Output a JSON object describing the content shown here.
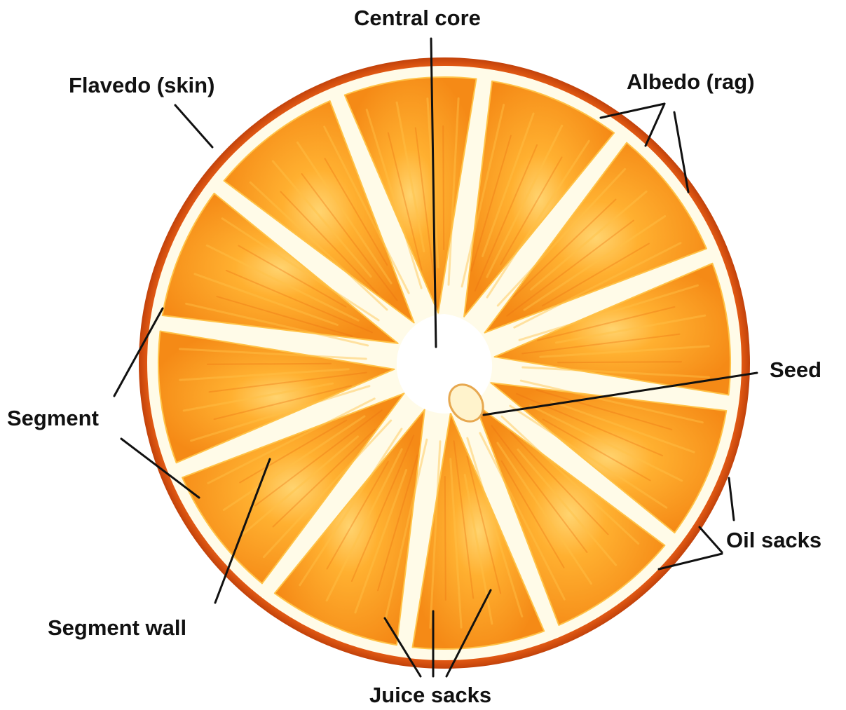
{
  "labels": {
    "central_core": "Central core",
    "flavedo": "Flavedo (skin)",
    "albedo": "Albedo (rag)",
    "seed": "Seed",
    "segment": "Segment",
    "oil_sacks": "Oil sacks",
    "segment_wall": "Segment wall",
    "juice_sacks": "Juice sacks"
  },
  "segment_count": 12,
  "colors": {
    "rind": "#e8550f",
    "albedo": "#fffbe8",
    "pulp": "#f7961b",
    "pulp_light": "#ffc247",
    "pulp_dark": "#ec7010",
    "core": "#ffffff",
    "leader": "#111111",
    "text": "#111111"
  }
}
